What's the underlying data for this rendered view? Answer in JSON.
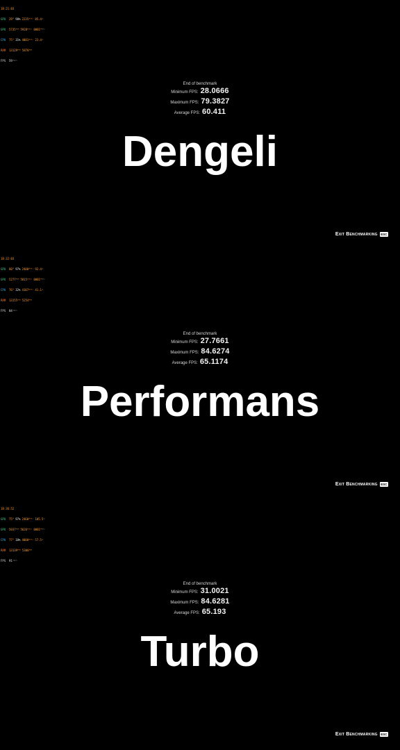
{
  "panels": [
    {
      "osd": {
        "time": "18:21:03",
        "rows": [
          {
            "label": "GPU",
            "v1": "29°",
            "v2": "98%",
            "v3": "2235ᴹᴴᶻ",
            "v4": "85.4ʷ"
          },
          {
            "label": "GPU",
            "v1": "5735ᴹᴮ",
            "v2": "5928ᴹᴴᶻ",
            "v3": "8001ᴹᴴᶻ",
            "v4": ""
          },
          {
            "label": "CPU",
            "v1": "75°",
            "v2": "31%",
            "v3": "4081ᴹᴴᶻ",
            "v4": "23.4ʷ"
          },
          {
            "label": "RAM",
            "v1": "13129ᴹᴮ",
            "v2": "5870ᴹᴮ",
            "v3": "",
            "v4": ""
          },
          {
            "label": "FPS",
            "v1": "59ᶠᵖˢ",
            "v2": "",
            "v3": "",
            "v4": ""
          }
        ]
      },
      "end_label": "End of benchmark",
      "min_label": "Minimum FPS:",
      "min_value": "28.0666",
      "max_label": "Maximum FPS:",
      "max_value": "79.3827",
      "avg_label": "Average FPS:",
      "avg_value": "60.411",
      "mode_title": "Dengeli",
      "exit_label": "Exit Benchmarking",
      "exit_key": "ESC"
    },
    {
      "osd": {
        "time": "18:32:03",
        "rows": [
          {
            "label": "GPU",
            "v1": "80°",
            "v2": "97%",
            "v3": "2400ᴹᴴᶻ",
            "v4": "92.4ʷ"
          },
          {
            "label": "GPU",
            "v1": "5277ᴹᴮ",
            "v2": "5815ᴹᴴᶻ",
            "v3": "8001ᴹᴴᶻ",
            "v4": ""
          },
          {
            "label": "CPU",
            "v1": "76°",
            "v2": "32%",
            "v3": "4107ᴹᴴᶻ",
            "v4": "41.1ʷ"
          },
          {
            "label": "RAM",
            "v1": "13155ᴹᴮ",
            "v2": "5254ᴹᴮ",
            "v3": "",
            "v4": ""
          },
          {
            "label": "FPS",
            "v1": "84ᶠᵖˢ",
            "v2": "",
            "v3": "",
            "v4": ""
          }
        ]
      },
      "end_label": "End of benchmark",
      "min_label": "Minimum FPS:",
      "min_value": "27.7661",
      "max_label": "Maximum FPS:",
      "max_value": "84.6274",
      "avg_label": "Average FPS:",
      "avg_value": "65.1174",
      "mode_title": "Performans",
      "exit_label": "Exit Benchmarking",
      "exit_key": "ESC"
    },
    {
      "osd": {
        "time": "18:36:52",
        "rows": [
          {
            "label": "GPU",
            "v1": "75°",
            "v2": "97%",
            "v3": "2460ᴹᴴᶻ",
            "v4": "105.5ʷ"
          },
          {
            "label": "GPU",
            "v1": "5037ᴹᴮ",
            "v2": "5626ᴹᴴᶻ",
            "v3": "8001ᴹᴴᶻ",
            "v4": ""
          },
          {
            "label": "CPU",
            "v1": "77°",
            "v2": "18%",
            "v3": "4000ᴹᴴᶻ",
            "v4": "57.5ʷ"
          },
          {
            "label": "RAM",
            "v1": "13139ᴹᴮ",
            "v2": "5300ᴹᴮ",
            "v3": "",
            "v4": ""
          },
          {
            "label": "FPS",
            "v1": "91ᶠᵖˢ",
            "v2": "",
            "v3": "",
            "v4": ""
          }
        ]
      },
      "end_label": "End of benchmark",
      "min_label": "Minimum FPS:",
      "min_value": "31.0021",
      "max_label": "Maximum FPS:",
      "max_value": "84.6281",
      "avg_label": "Average FPS:",
      "avg_value": "65.193",
      "mode_title": "Turbo",
      "exit_label": "Exit Benchmarking",
      "exit_key": "ESC"
    }
  ]
}
